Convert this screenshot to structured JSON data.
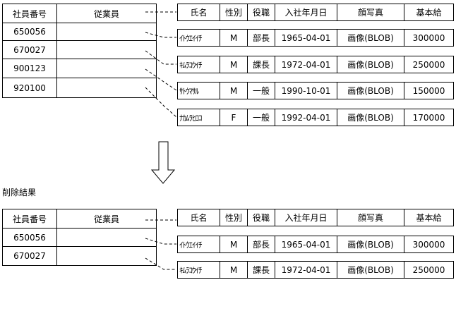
{
  "left_table": {
    "headers": [
      "社員番号",
      "従業員"
    ],
    "rows_before": [
      "650056",
      "670027",
      "900123",
      "920100"
    ],
    "rows_after": [
      "650056",
      "670027"
    ]
  },
  "right_table": {
    "headers": [
      "氏名",
      "性別",
      "役職",
      "入社年月日",
      "顔写真",
      "基本給"
    ],
    "rows_before": [
      [
        "ｲﾄｳｴｲｲﾁ",
        "M",
        "部長",
        "1965-04-01",
        "画像(BLOB)",
        "300000"
      ],
      [
        "ｷﾑﾗｺｳｲﾁ",
        "M",
        "課長",
        "1972-04-01",
        "画像(BLOB)",
        "250000"
      ],
      [
        "ｻﾄｳﾏｻﾙ",
        "M",
        "一般",
        "1990-10-01",
        "画像(BLOB)",
        "150000"
      ],
      [
        "ﾅｶﾑﾗﾋﾛｺ",
        "F",
        "一般",
        "1992-04-01",
        "画像(BLOB)",
        "170000"
      ]
    ],
    "rows_after": [
      [
        "ｲﾄｳｴｲｲﾁ",
        "M",
        "部長",
        "1965-04-01",
        "画像(BLOB)",
        "300000"
      ],
      [
        "ｷﾑﾗｺｳｲﾁ",
        "M",
        "課長",
        "1972-04-01",
        "画像(BLOB)",
        "250000"
      ]
    ]
  },
  "result_label": "削除結果"
}
